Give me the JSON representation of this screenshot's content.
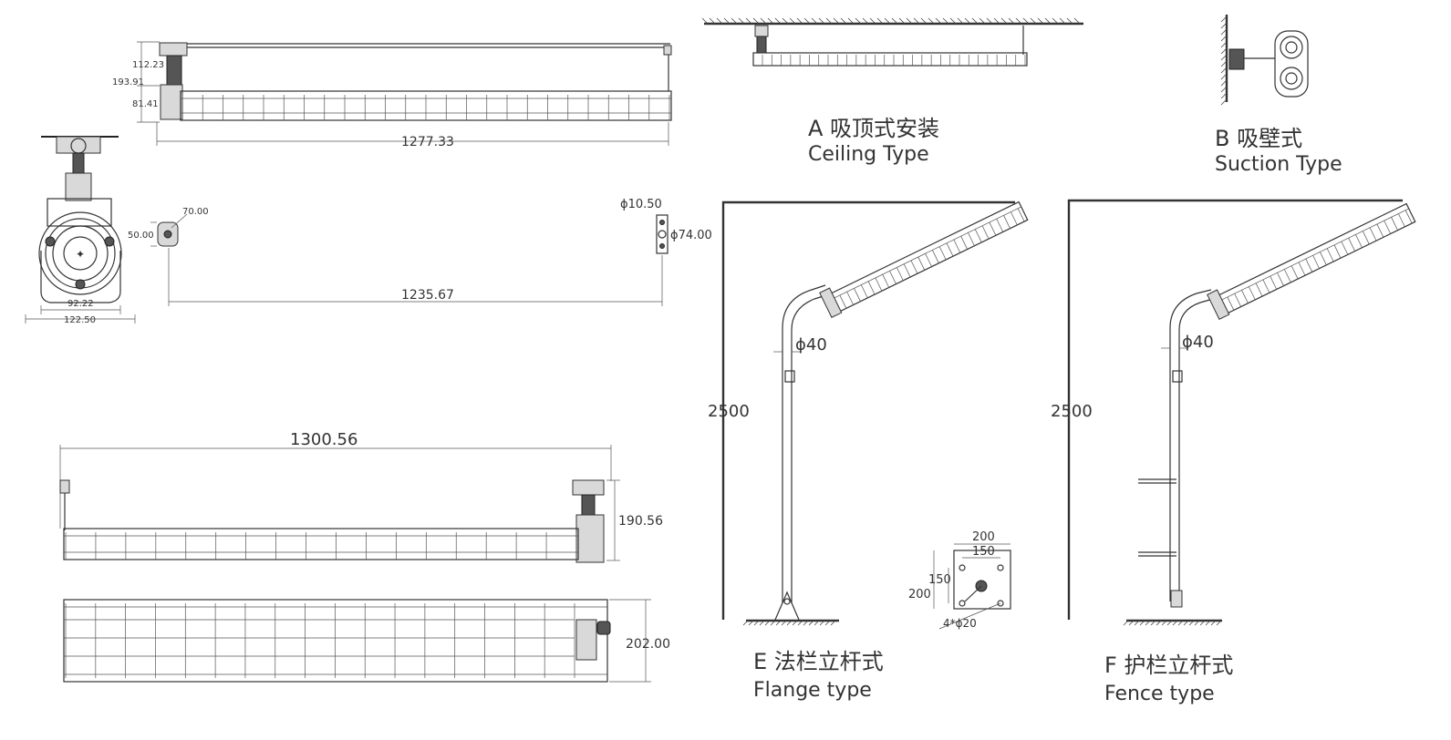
{
  "dimensions": {
    "top_length": "1277.33",
    "top_height": "193.91",
    "top_upper": "112.23",
    "top_lower": "81.41",
    "mount_spacing": "1235.67",
    "bracket_width": "70.00",
    "bracket_height": "50.00",
    "hole_diameter": "ϕ10.50",
    "plate_diameter": "ϕ74.00",
    "end_inner_width": "92.22",
    "end_outer_width": "122.50",
    "side_length": "1300.56",
    "side_height": "190.56",
    "bottom_width": "202.00",
    "pole_diameter_e": "ϕ40",
    "pole_diameter_f": "ϕ40",
    "pole_height_e": "2500",
    "pole_height_f": "2500",
    "flange_outer_w": "200",
    "flange_inner_w": "150",
    "flange_inner_h": "150",
    "flange_outer_h": "200",
    "flange_holes": "4*ϕ20"
  },
  "captions": {
    "a_cn": "A 吸顶式安装",
    "a_en": "Ceiling  Type",
    "b_cn": "B 吸壁式",
    "b_en": "Suction Type",
    "e_cn": "E 法栏立杆式",
    "e_en": "Flange type",
    "f_cn": "F 护栏立杆式",
    "f_en": "Fence type"
  }
}
